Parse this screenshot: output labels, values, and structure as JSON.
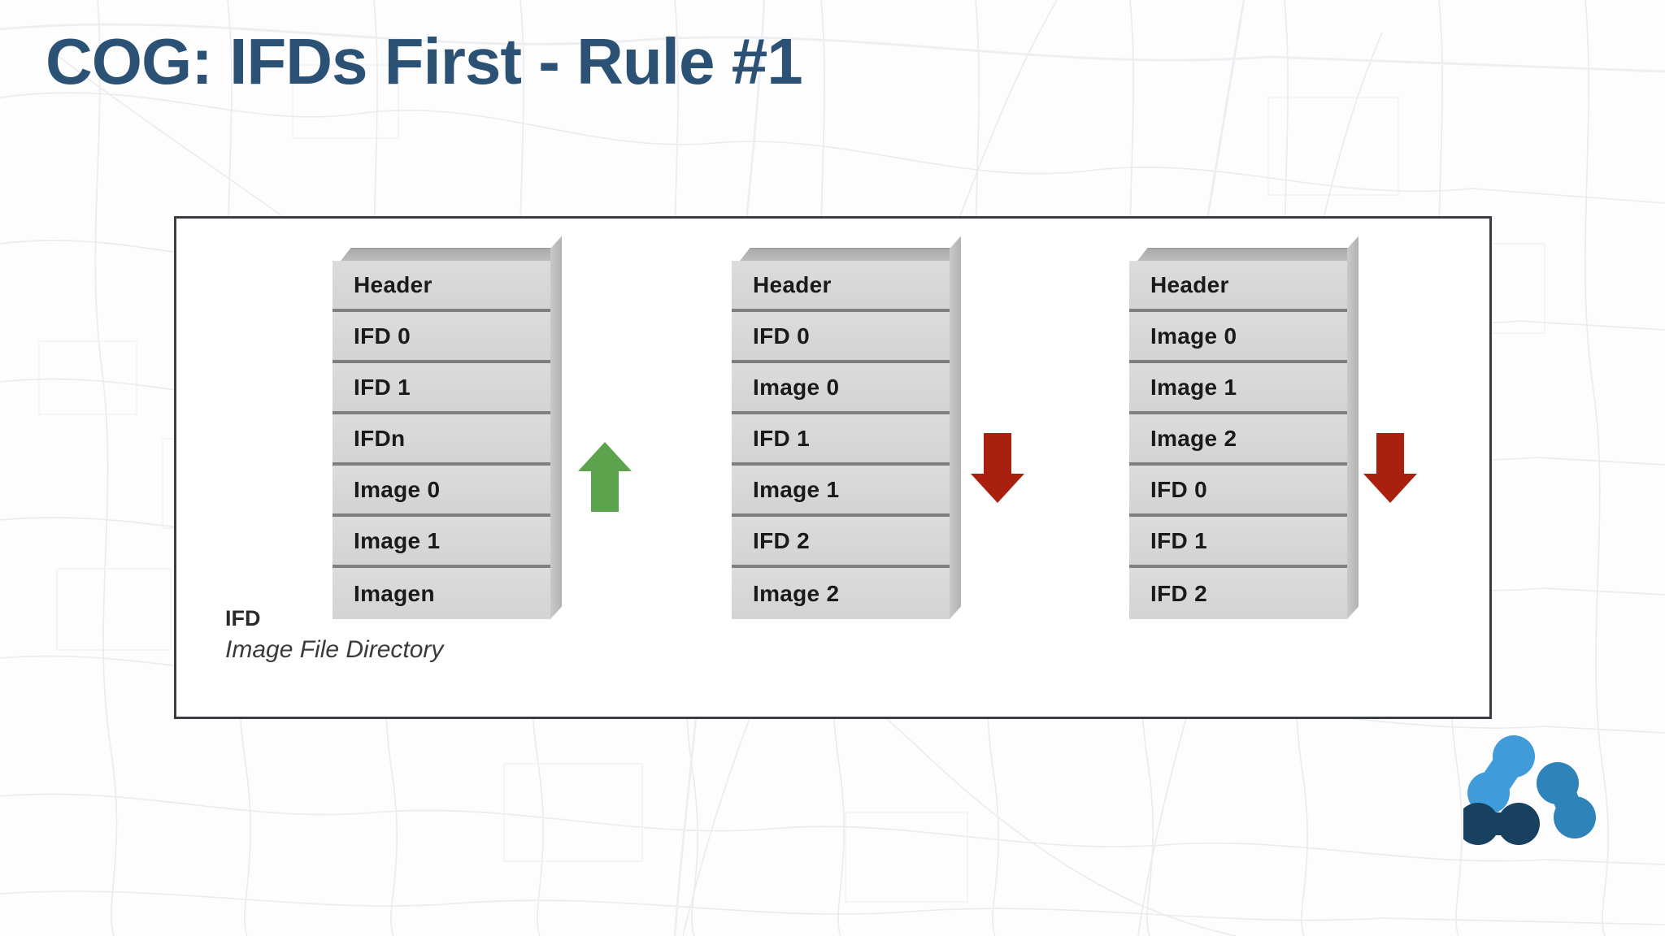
{
  "slide": {
    "title": "COG: IFDs First - Rule #1",
    "title_color": "#2b5274",
    "background_color": "#fdfdfe",
    "background_motif": "faint-street-map"
  },
  "diagram": {
    "frame_border_color": "#3a3d42",
    "cell_face_color": "#d8d8d8",
    "cell_divider_color": "#7f7f7f",
    "cell_3d_color": "#b8b8b8",
    "stacks": [
      {
        "id": "stack-original-tiff",
        "cells": [
          {
            "label": "Header",
            "variable": ""
          },
          {
            "label": "IFD 0",
            "variable": ""
          },
          {
            "label": "IFD 1",
            "variable": ""
          },
          {
            "label": "IFD ",
            "variable": "n"
          },
          {
            "label": "Image 0",
            "variable": ""
          },
          {
            "label": "Image 1",
            "variable": ""
          },
          {
            "label": "Image ",
            "variable": "n"
          }
        ]
      },
      {
        "id": "stack-interleaved-tiff",
        "cells": [
          {
            "label": "Header",
            "variable": ""
          },
          {
            "label": "IFD 0",
            "variable": ""
          },
          {
            "label": "Image 0",
            "variable": ""
          },
          {
            "label": "IFD 1",
            "variable": ""
          },
          {
            "label": "Image 1",
            "variable": ""
          },
          {
            "label": "IFD 2",
            "variable": ""
          },
          {
            "label": "Image 2",
            "variable": ""
          }
        ]
      },
      {
        "id": "stack-images-first-tiff",
        "cells": [
          {
            "label": "Header",
            "variable": ""
          },
          {
            "label": "Image 0",
            "variable": ""
          },
          {
            "label": "Image 1",
            "variable": ""
          },
          {
            "label": "Image 2",
            "variable": ""
          },
          {
            "label": "IFD 0",
            "variable": ""
          },
          {
            "label": "IFD 1",
            "variable": ""
          },
          {
            "label": "IFD 2",
            "variable": ""
          }
        ]
      }
    ],
    "arrows": [
      {
        "id": "arrow-good",
        "icon": "arrow-up-icon",
        "direction": "up",
        "color": "#5ba34d"
      },
      {
        "id": "arrow-bad-1",
        "icon": "arrow-down-icon",
        "direction": "down",
        "color": "#a9200f"
      },
      {
        "id": "arrow-bad-2",
        "icon": "arrow-down-icon",
        "direction": "down",
        "color": "#a9200f"
      }
    ],
    "legend": {
      "term": "IFD",
      "definition": "Image File Directory"
    }
  },
  "logo": {
    "name": "molecule-logo",
    "nodes": [
      {
        "color": "#3f9bd9"
      },
      {
        "color": "#3f9bd9"
      },
      {
        "color": "#2b78ad"
      },
      {
        "color": "#3a8fc4"
      },
      {
        "color": "#17415f"
      },
      {
        "color": "#17415f"
      }
    ]
  }
}
